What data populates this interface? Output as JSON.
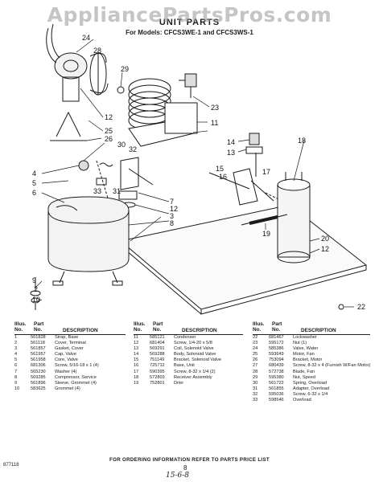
{
  "watermark": "AppliancePartsPros.com",
  "header": {
    "title": "UNIT PARTS",
    "subtitle": "For Models: CFCS3WE-1 and CFCS3WS-1"
  },
  "diagram": {
    "callouts": [
      "24",
      "28",
      "29",
      "23",
      "12",
      "11",
      "25",
      "26",
      "30",
      "32",
      "14",
      "13",
      "15",
      "16",
      "17",
      "18",
      "4",
      "5",
      "6",
      "33",
      "31",
      "7",
      "12",
      "3",
      "8",
      "9",
      "19",
      "20",
      "12",
      "2",
      "10",
      "22"
    ]
  },
  "table": {
    "headers": {
      "no": "Illus. No.",
      "part": "Part No.",
      "desc": "DESCRIPTION"
    },
    "columns": [
      [
        {
          "no": "1",
          "part": "561828",
          "desc": "Strap, Base"
        },
        {
          "no": "2",
          "part": "561118",
          "desc": "Cover, Terminal"
        },
        {
          "no": "3",
          "part": "561857",
          "desc": "Gasket, Cover"
        },
        {
          "no": "4",
          "part": "561957",
          "desc": "Cap, Valve"
        },
        {
          "no": "5",
          "part": "561958",
          "desc": "Core, Valve"
        },
        {
          "no": "6",
          "part": "681306",
          "desc": "Screw, 5/16-18 x 1 (4)"
        },
        {
          "no": "7",
          "part": "565230",
          "desc": "Washer (4)"
        },
        {
          "no": "8",
          "part": "569285",
          "desc": "Compressor, Service"
        },
        {
          "no": "9",
          "part": "561896",
          "desc": "Sleeve, Grommet (4)"
        },
        {
          "no": "10",
          "part": "583625",
          "desc": "Grommet (4)"
        }
      ],
      [
        {
          "no": "11",
          "part": "585121",
          "desc": "Condenser"
        },
        {
          "no": "12",
          "part": "681404",
          "desc": "Screw, 1/4-20 x 5/8"
        },
        {
          "no": "13",
          "part": "569291",
          "desc": "Coil, Solenoid Valve"
        },
        {
          "no": "14",
          "part": "569288",
          "desc": "Body, Solenoid Valve"
        },
        {
          "no": "15",
          "part": "751149",
          "desc": "Bracket, Solenoid Valve"
        },
        {
          "no": "16",
          "part": "725712",
          "desc": "Base, Unit"
        },
        {
          "no": "17",
          "part": "590395",
          "desc": "Screw, 8-32 x 1/4 (2)"
        },
        {
          "no": "18",
          "part": "572803",
          "desc": "Receiver Assembly"
        },
        {
          "no": "19",
          "part": "752801",
          "desc": "Drier"
        }
      ],
      [
        {
          "no": "22",
          "part": "681467",
          "desc": "Lockwasher"
        },
        {
          "no": "23",
          "part": "595172",
          "desc": "Nut (1)"
        },
        {
          "no": "24",
          "part": "585386",
          "desc": "Valve, Water"
        },
        {
          "no": "25",
          "part": "593649",
          "desc": "Motor, Fan"
        },
        {
          "no": "26",
          "part": "753094",
          "desc": "Bracket, Motor"
        },
        {
          "no": "27",
          "part": "680439",
          "desc": "Screw, 8-32 x 4 (Furnish W/Fan Motor)"
        },
        {
          "no": "28",
          "part": "572738",
          "desc": "Blade, Fan"
        },
        {
          "no": "29",
          "part": "595380",
          "desc": "Nut, Speed"
        },
        {
          "no": "30",
          "part": "561722",
          "desc": "Spring, Overload"
        },
        {
          "no": "31",
          "part": "561855",
          "desc": "Adapter, Overload"
        },
        {
          "no": "32",
          "part": "595036",
          "desc": "Screw, 6-32 x 1/4"
        },
        {
          "no": "33",
          "part": "598546",
          "desc": "Overload"
        }
      ]
    ]
  },
  "footer": {
    "ordering_note": "FOR ORDERING INFORMATION REFER TO PARTS PRICE LIST",
    "page_number": "8",
    "figure_code": "877118",
    "handwritten_note": "15-6-8"
  }
}
